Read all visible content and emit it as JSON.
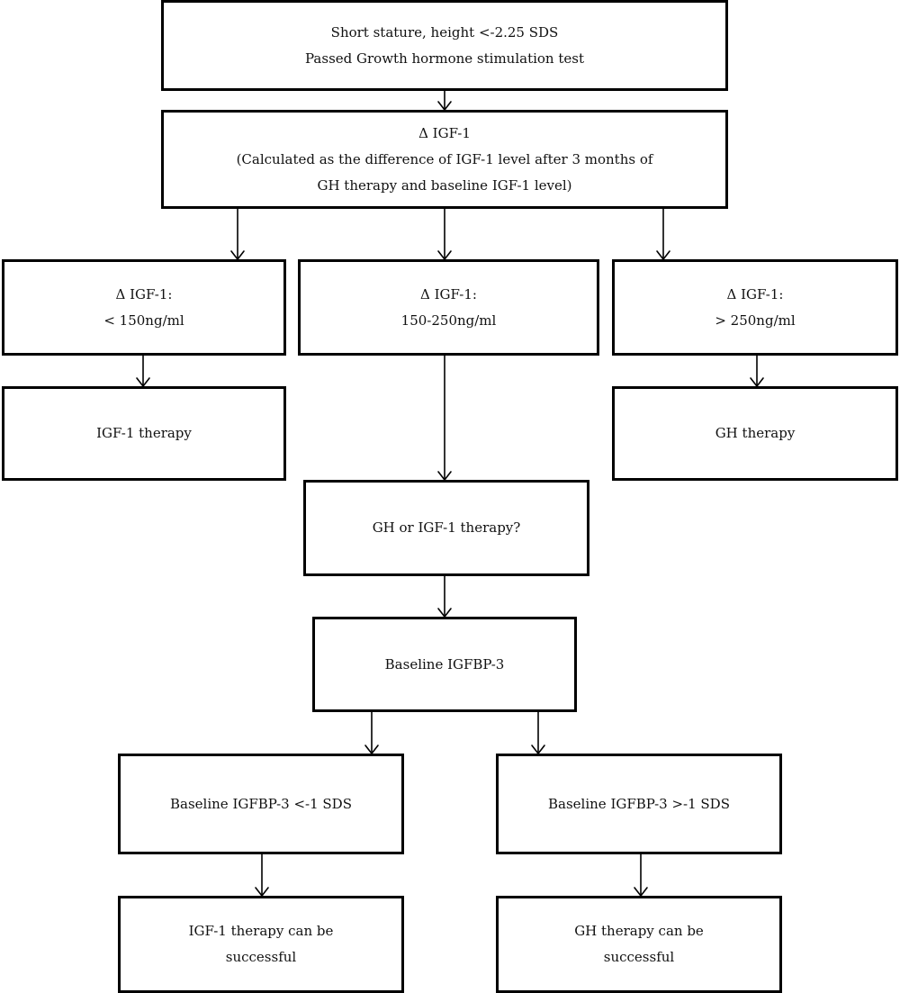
{
  "flowchart": {
    "start": {
      "line1": "Short stature, height <-2.25 SDS",
      "line2": "Passed Growth hormone stimulation test"
    },
    "delta": {
      "line1": "Δ IGF-1",
      "line2": "(Calculated as the difference of IGF-1 level after 3 months of",
      "line3": "GH therapy and baseline IGF-1 level)"
    },
    "low": {
      "line1": "Δ IGF-1:",
      "line2": "< 150ng/ml"
    },
    "mid": {
      "line1": "Δ IGF-1:",
      "line2": "150-250ng/ml"
    },
    "high": {
      "line1": "Δ IGF-1:",
      "line2": "> 250ng/ml"
    },
    "igf1_therapy": "IGF-1 therapy",
    "gh_therapy": "GH therapy",
    "question": "GH or IGF-1 therapy?",
    "baseline": "Baseline IGFBP-3",
    "igfbp_low": "Baseline IGFBP-3 <-1 SDS",
    "igfbp_high": "Baseline IGFBP-3 >-1 SDS",
    "outcome_igf1": {
      "line1": "IGF-1 therapy can be",
      "line2": "successful"
    },
    "outcome_gh": {
      "line1": "GH therapy can be",
      "line2": "successful"
    }
  }
}
